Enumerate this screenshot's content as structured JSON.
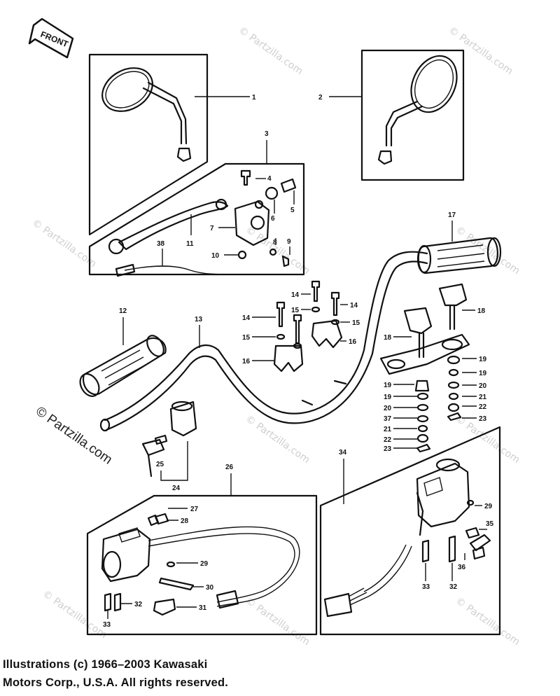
{
  "front_badge": "FRONT",
  "watermark": "© Partzilla.com",
  "copyright": {
    "line1": "Illustrations (c) 1966–2003 Kawasaki",
    "line2": "Motors Corp., U.S.A.  All rights reserved."
  },
  "callouts": {
    "c1": "1",
    "c2": "2",
    "c3": "3",
    "c4": "4",
    "c5": "5",
    "c6": "6",
    "c7": "7",
    "c8": "8",
    "c9": "9",
    "c10": "10",
    "c11": "11",
    "c12": "12",
    "c13": "13",
    "c14a": "14",
    "c14b": "14",
    "c14c": "14",
    "c15a": "15",
    "c15b": "15",
    "c15c": "15",
    "c16a": "16",
    "c16b": "16",
    "c17": "17",
    "c18a": "18",
    "c18b": "18",
    "c19a": "19",
    "c19b": "19",
    "c19c": "19",
    "c19d": "19",
    "c20a": "20",
    "c20b": "20",
    "c21a": "21",
    "c21b": "21",
    "c22a": "22",
    "c22b": "22",
    "c23a": "23",
    "c23b": "23",
    "c24": "24",
    "c25": "25",
    "c26": "26",
    "c27": "27",
    "c28": "28",
    "c29a": "29",
    "c29b": "29",
    "c30": "30",
    "c31": "31",
    "c32a": "32",
    "c32b": "32",
    "c33a": "33",
    "c33b": "33",
    "c34": "34",
    "c35": "35",
    "c36": "36",
    "c37": "37",
    "c38": "38"
  }
}
